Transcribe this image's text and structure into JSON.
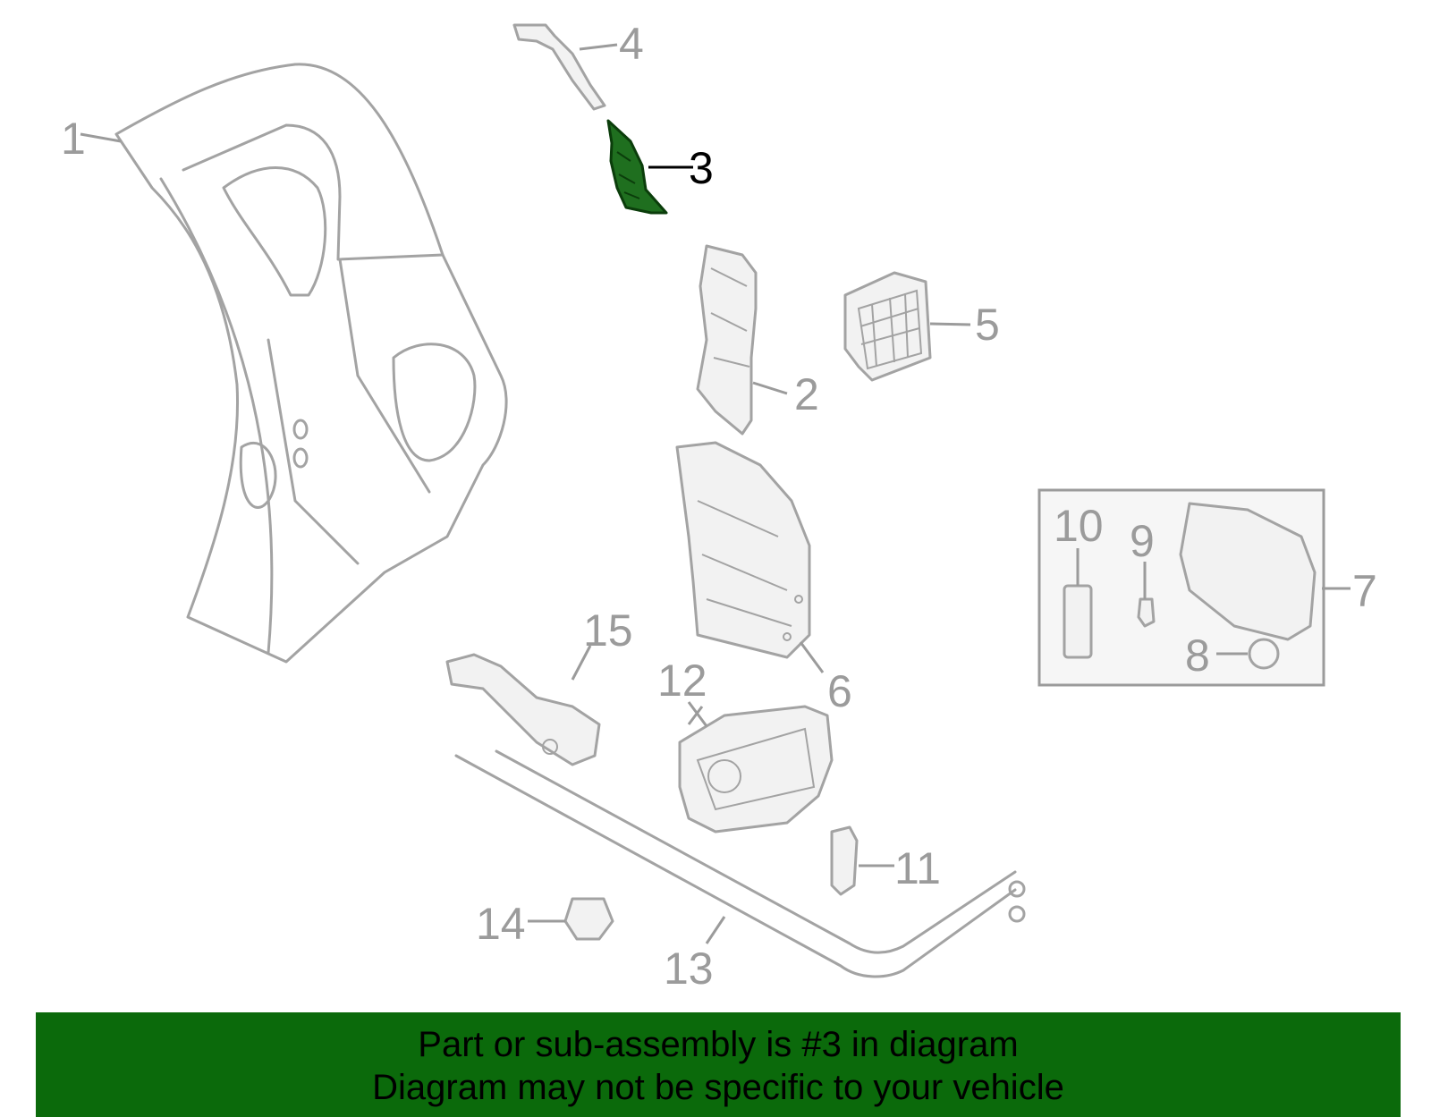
{
  "callouts": {
    "c1": "1",
    "c2": "2",
    "c3": "3",
    "c4": "4",
    "c5": "5",
    "c6": "6",
    "c7": "7",
    "c8": "8",
    "c9": "9",
    "c10": "10",
    "c11": "11",
    "c12": "12",
    "c13": "13",
    "c14": "14",
    "c15": "15"
  },
  "highlighted_part": "3",
  "colors": {
    "highlight": "#1f6f1f",
    "banner": "#0b6a0b",
    "line_gray": "#a3a3a3"
  },
  "footer": {
    "line1": "Part or sub-assembly is #3 in diagram",
    "line2": "Diagram may not be specific to your vehicle"
  }
}
